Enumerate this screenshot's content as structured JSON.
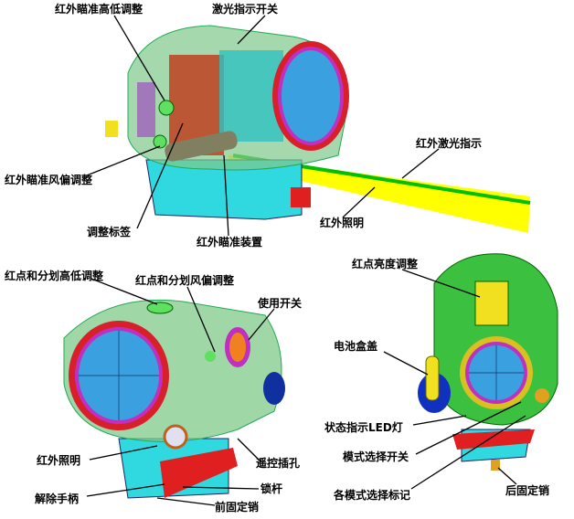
{
  "top_view": {
    "labels": {
      "ir_aim_elevation": "红外瞄准高低调整",
      "laser_switch": "激光指示开关",
      "ir_aim_windage": "红外瞄准风偏调整",
      "ir_laser_beam": "红外激光指示",
      "ir_illumination": "红外照明",
      "adjust_tag": "调整标签",
      "ir_aim_device": "红外瞄准装置"
    }
  },
  "bottom_left_view": {
    "labels": {
      "reddot_elevation": "红点和分划高低调整",
      "reddot_windage": "红点和分划风偏调整",
      "power_switch": "使用开关",
      "ir_illumination": "红外照明",
      "remote_jack": "遥控插孔",
      "lock_lever": "锁杆",
      "release_handle": "解除手柄",
      "front_pin": "前固定销"
    }
  },
  "bottom_right_view": {
    "labels": {
      "brightness_adjust": "红点亮度调整",
      "battery_cover": "电池盒盖",
      "status_led": "状态指示LED灯",
      "mode_switch": "模式选择开关",
      "mode_marks": "各模式选择标记",
      "rear_pin": "后固定销"
    }
  },
  "colors": {
    "housing": "#7fc98a",
    "lens": "#3aa0e0",
    "ring_red": "#d8202a",
    "ring_magenta": "#c030c0",
    "base_cyan": "#30d8e0",
    "beam_yellow": "#ffff00",
    "beam_green": "#00c000"
  }
}
